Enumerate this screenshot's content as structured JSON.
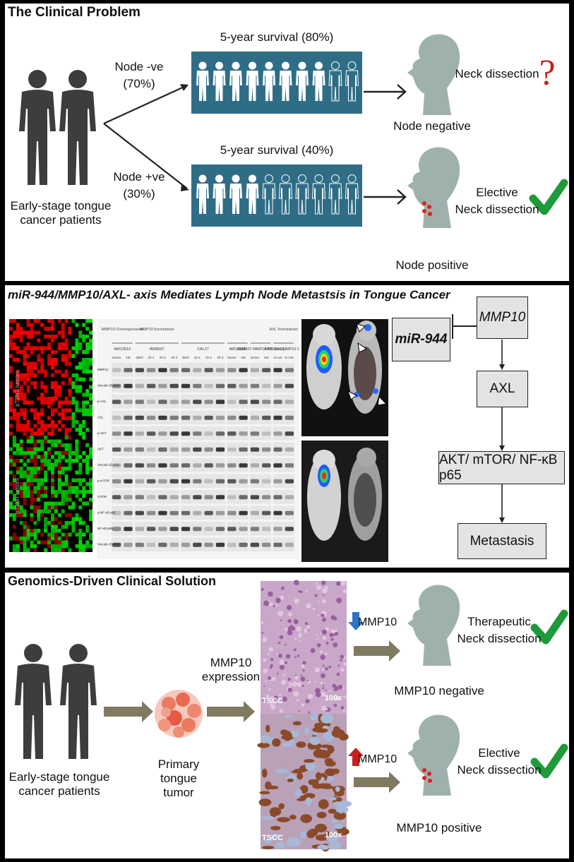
{
  "panel1": {
    "title": "The Clinical Problem",
    "patients_label": "Early-stage tongue cancer patients",
    "node_neg": "Node -ve",
    "node_neg_pct": "(70%)",
    "node_pos": "Node +ve",
    "node_pos_pct": "(30%)",
    "survival_top": "5-year survival (80%)",
    "survival_bottom": "5-year survival (40%)",
    "result_top": "Node negative",
    "result_bottom": "Node positive",
    "decision_top": "Neck dissection",
    "decision_bottom_l1": "Elective",
    "decision_bottom_l2": "Neck dissection",
    "question_mark": "?",
    "colors": {
      "survival_box": "#2f6d86",
      "question": "#c8201c",
      "check": "#1f9a3a"
    }
  },
  "panel2": {
    "title": "miR-944/MMP10/AXL- axis Mediates Lymph Node Metastsis in Tongue Cancer",
    "heatmap_groups": [
      "pT2N1 tumors",
      "pT2N0 tumors"
    ],
    "blot": {
      "groups": [
        {
          "label": "MMP10 Overexpression",
          "cell": "AW13516",
          "lanes": [
            "Vector",
            "OE"
          ]
        },
        {
          "label": "MMP10 Knockdown",
          "cell": "AW8507",
          "lanes": [
            "shNT",
            "sh-1",
            "sh-2",
            "sh-3"
          ]
        },
        {
          "label": "",
          "cell": "CAL27",
          "lanes": [
            "shNT",
            "sh-1",
            "sh-2",
            "sh-3"
          ]
        },
        {
          "label": "",
          "cell": "AW13516",
          "lanes": [
            "Vector",
            "OE"
          ]
        },
        {
          "label": "",
          "cell": "AW8507-MMP10 KD (sh-2)",
          "lanes": [
            "Vector",
            "OE"
          ]
        },
        {
          "label": "AXL Knockdown",
          "cell": "AW13516-MMP10 OE",
          "lanes": [
            "si-con",
            "si-AXL"
          ]
        }
      ],
      "rows": [
        "MMP10",
        "Vinculin /β-actin",
        "p-AXL",
        "AXL",
        "p-AKT",
        "AKT",
        "Vinculin /β-actin",
        "p-mTOR",
        "mTOR",
        "p-NF-κB p65",
        "NF-κB p65",
        "Vinculin /β-actin"
      ]
    },
    "flow": {
      "mirna": "miR-944",
      "mmp10": "MMP10",
      "axl": "AXL",
      "pathway": "AKT/ mTOR/ NF-κB p65",
      "metastasis": "Metastasis"
    }
  },
  "panel3": {
    "title": "Genomics-Driven Clinical Solution",
    "patients_label": "Early-stage tongue cancer patients",
    "tumor_label": "Primary tongue tumor",
    "expression_label": "MMP10 expression",
    "tscc_label": "TSCC",
    "scale_label": "100x",
    "down_label": "MMP10",
    "up_label": "MMP10",
    "result_top": "MMP10 negative",
    "result_bottom": "MMP10 positive",
    "decision_top_l1": "Therapeutic",
    "decision_top_l2": "Neck dissection",
    "decision_bottom_l1": "Elective",
    "decision_bottom_l2": "Neck dissection",
    "colors": {
      "arrow": "#7f7a60",
      "down": "#2b74c7",
      "up": "#c8201c",
      "check": "#1f9a3a"
    }
  }
}
